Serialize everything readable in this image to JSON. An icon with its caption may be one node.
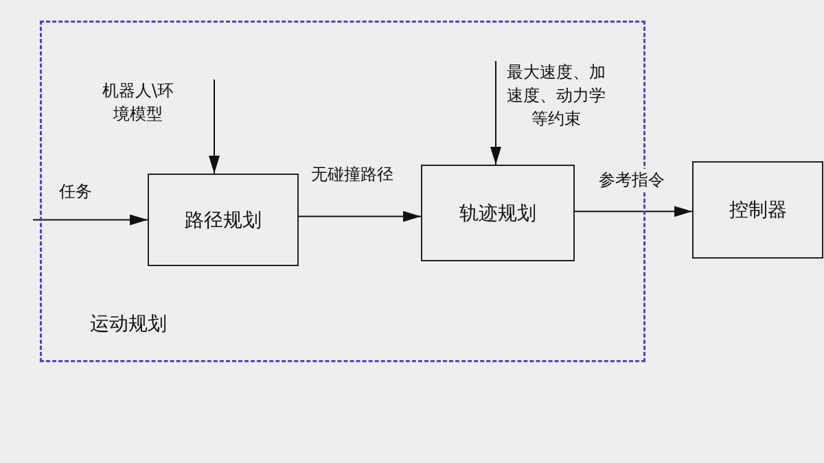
{
  "diagram": {
    "nodes": [
      {
        "text": [
          "运动规划"
        ]
      },
      {
        "text": [
          "机器人\\环境模型"
        ],
        "in": 0
      },
      {
        "text": [
          "路径规划"
        ],
        "in": 0
      },
      {
        "text": [
          "最大速度、加速度、动力学等约束"
        ],
        "in": 0
      },
      {
        "text": [
          "轨迹规划"
        ],
        "in": 0
      },
      {
        "text": [
          "控制器"
        ]
      }
    ],
    "edges": [
      {
        "from": null,
        "to": 2,
        "arrow": "to",
        "label": "任务"
      },
      {
        "from": 1,
        "to": 2,
        "arrow": "to"
      },
      {
        "from": 2,
        "to": 4,
        "arrow": "to",
        "label": "无碰撞路径"
      },
      {
        "from": 3,
        "to": 4,
        "arrow": "to"
      },
      {
        "from": 4,
        "to": 5,
        "arrow": "to",
        "label": "参考指令"
      }
    ]
  }
}
